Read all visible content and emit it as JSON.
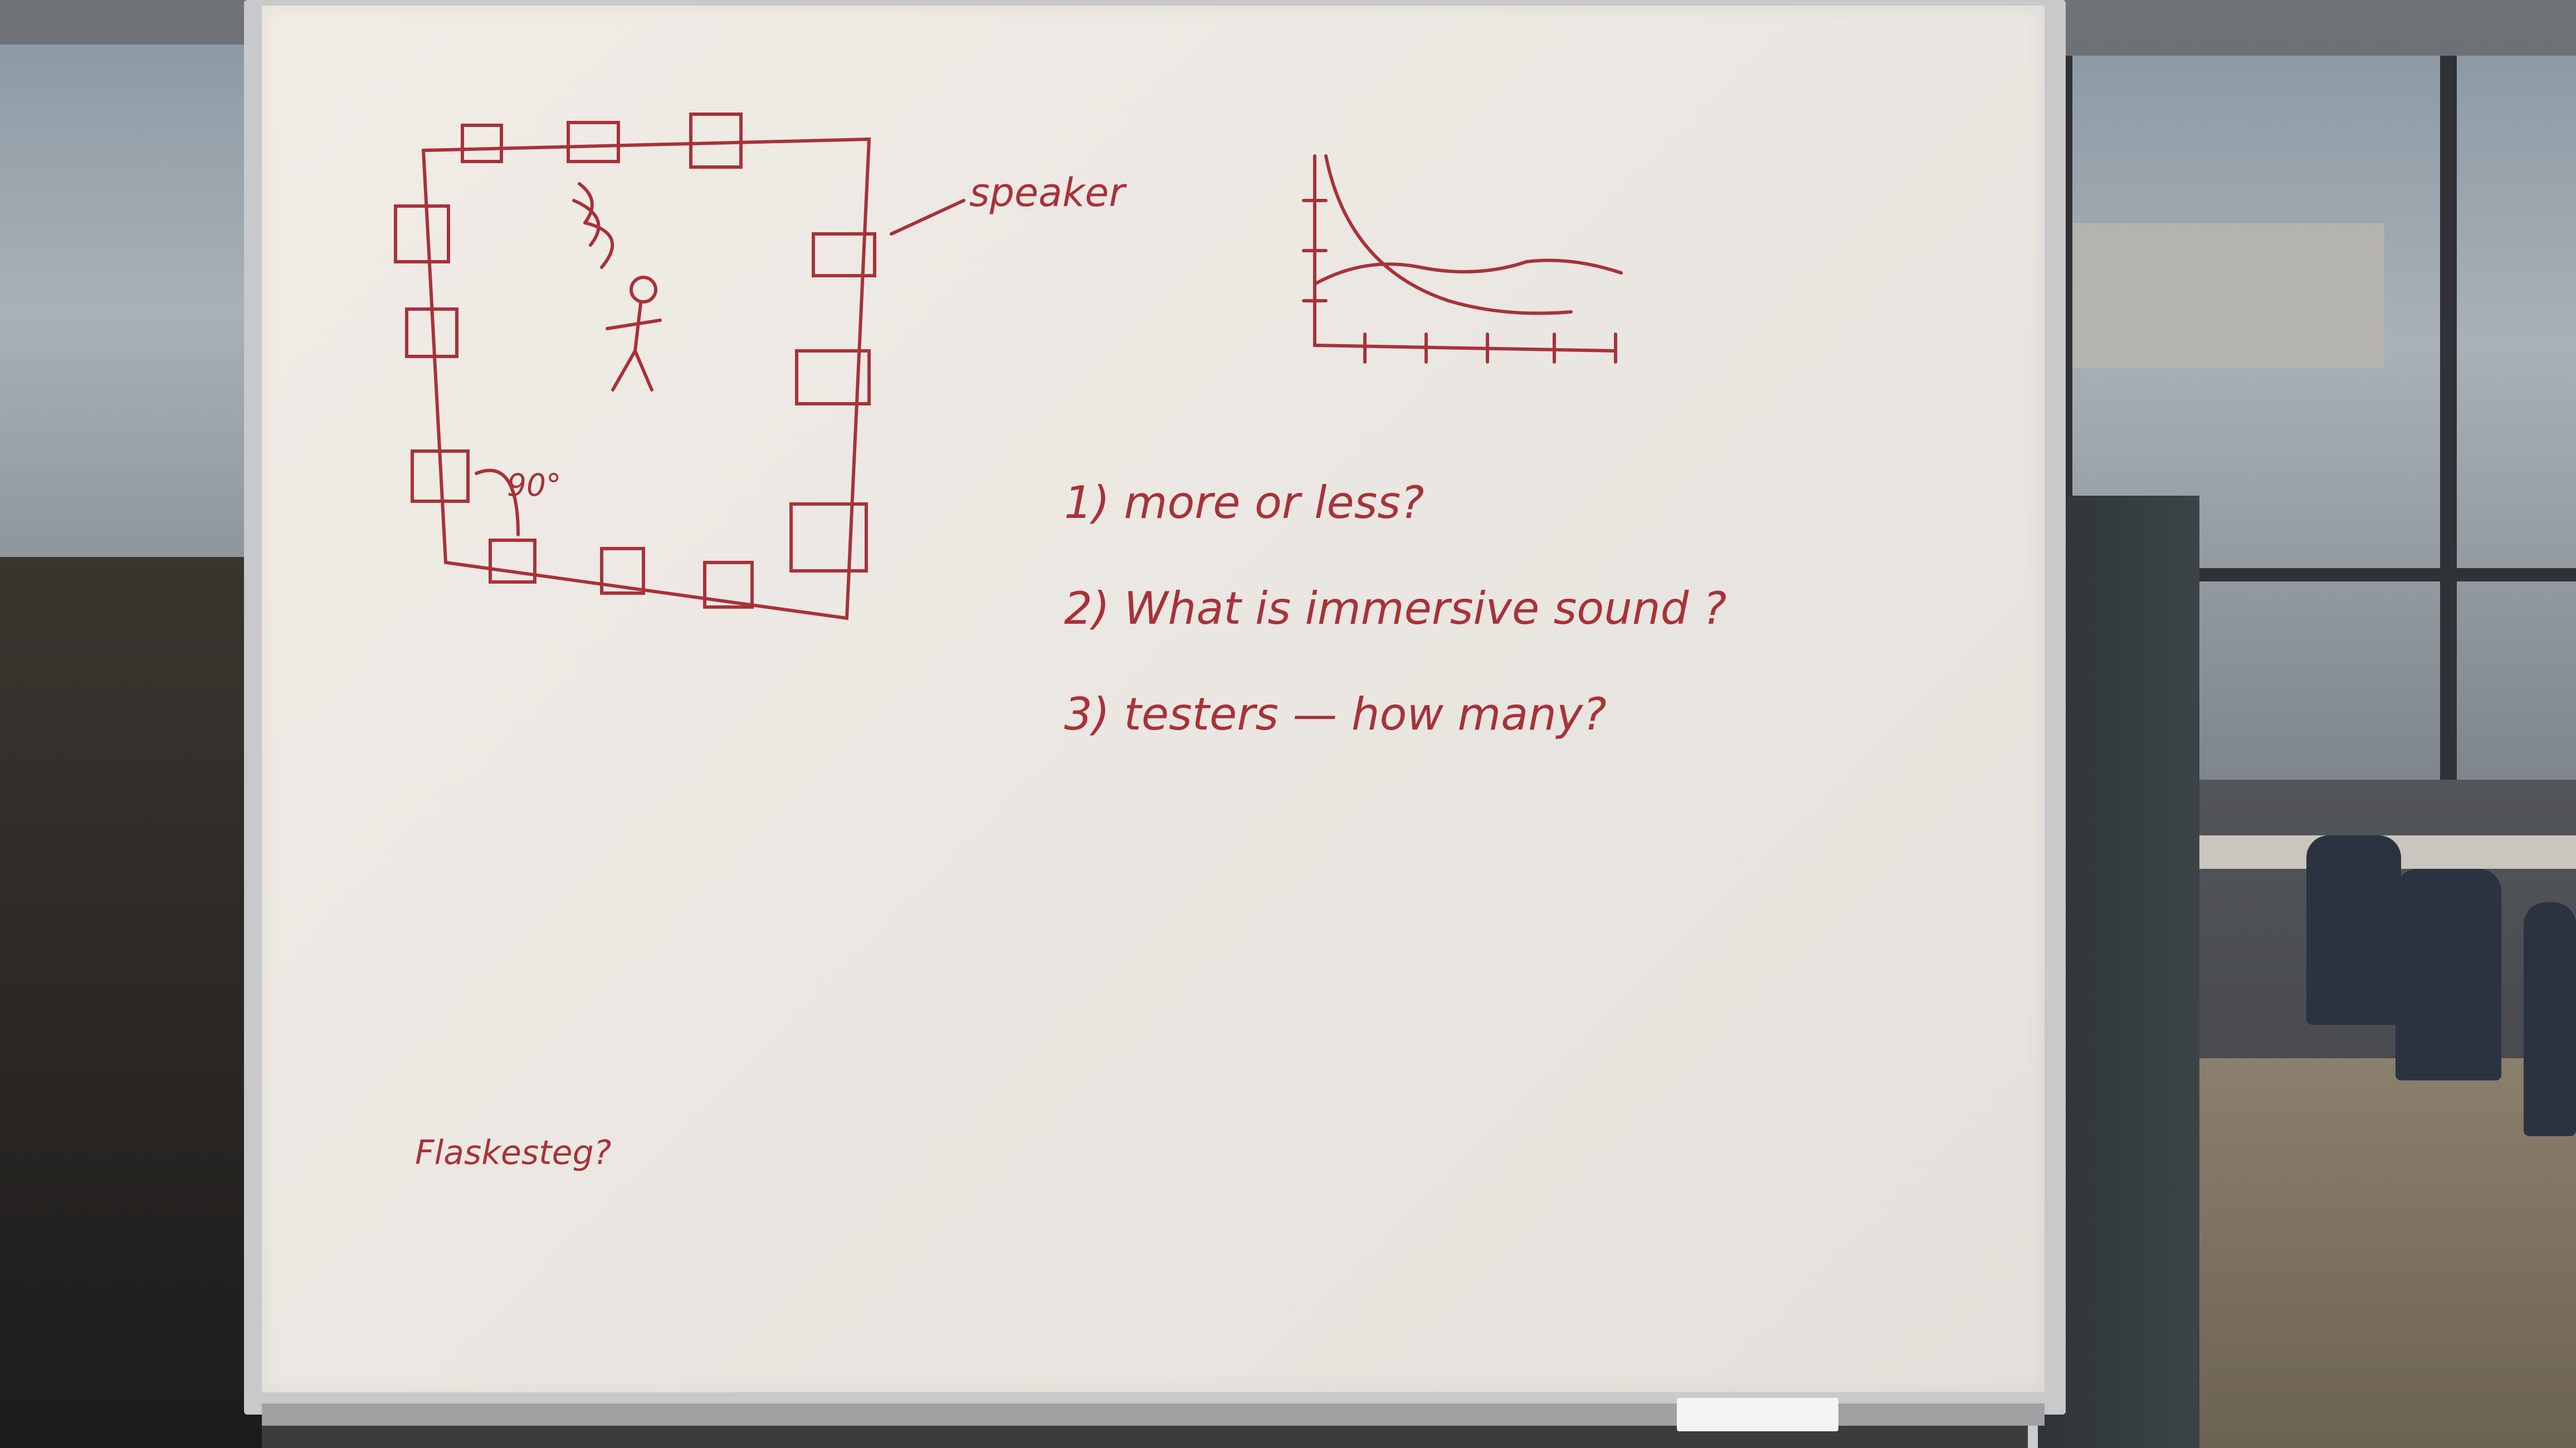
{
  "colors": {
    "ink": "#a8323a",
    "board": "#ede9e3"
  },
  "whiteboard": {
    "speaker_label": "speaker",
    "angle_label": "90°",
    "questions": [
      "1) more or less?",
      "2) What is immersive sound ?",
      "3) testers — how many?"
    ],
    "bottom_note": "Flaskesteg?"
  }
}
